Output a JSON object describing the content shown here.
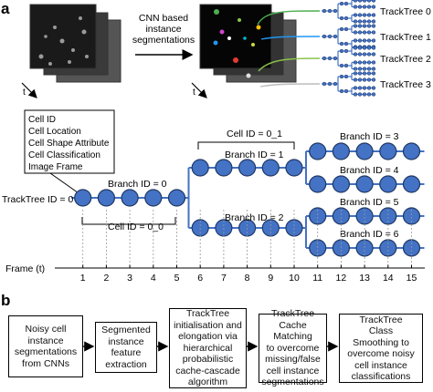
{
  "panel_a": {
    "label": "a",
    "arrow_text": [
      "CNN based",
      "instance",
      "segmentations"
    ],
    "time_label": "t",
    "tracktrees": [
      "TrackTree 0",
      "TrackTree 1",
      "TrackTree 2",
      "TrackTree 3"
    ],
    "info_box": [
      "Cell ID",
      "Cell Location",
      "Cell Shape Attribute",
      "Cell Classification",
      "Image Frame"
    ],
    "row_label": "TrackTree ID = 0",
    "branch_labels": {
      "b0": "Branch ID = 0",
      "b1": "Branch ID = 1",
      "b2": "Branch ID = 2",
      "b3": "Branch ID = 3",
      "b4": "Branch ID = 4",
      "b5": "Branch ID = 5",
      "b6": "Branch ID = 6"
    },
    "cell_labels": {
      "c00": "Cell ID = 0_0",
      "c01": "Cell ID = 0_1"
    },
    "frame_axis_label": "Frame (t)",
    "frames": [
      "1",
      "2",
      "3",
      "4",
      "5",
      "6",
      "7",
      "8",
      "9",
      "10",
      "11",
      "12",
      "13",
      "14",
      "15"
    ],
    "colors": {
      "node_fill": "#4472c4",
      "node_stroke": "#1f3864",
      "edge": "#4472c4"
    }
  },
  "panel_b": {
    "label": "b",
    "steps": [
      "Noisy cell\ninstance\nsegmentations\nfrom CNNs",
      "Segmented\ninstance\nfeature\nextraction",
      "TrackTree\ninitialisation and\nelongation via\nhierarchical\nprobabilistic\ncache-cascade\nalgorithm",
      "TrackTree\nCache Matching\nto overcome\nmissing/false\ncell instance\nsegmentations",
      "TrackTree\nClass\nSmoothing to\novercome noisy\ncell instance\nclassifications"
    ]
  }
}
